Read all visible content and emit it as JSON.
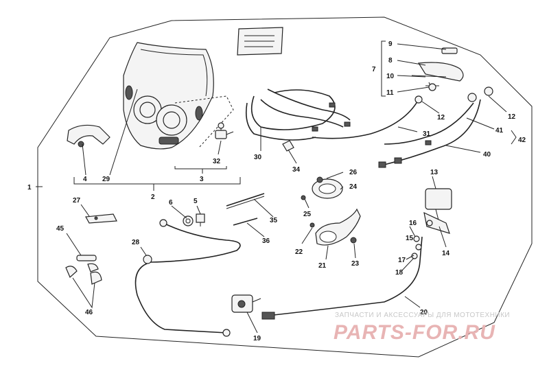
{
  "labels": {
    "l1": "1",
    "l2": "2",
    "l3": "3",
    "l4": "4",
    "l5": "5",
    "l6": "6",
    "l7": "7",
    "l8": "8",
    "l9": "9",
    "l10": "10",
    "l11": "11",
    "l12a": "12",
    "l12b": "12",
    "l13": "13",
    "l14": "14",
    "l15": "15",
    "l16": "16",
    "l17": "17",
    "l18": "18",
    "l19": "19",
    "l20": "20",
    "l21": "21",
    "l22": "22",
    "l23": "23",
    "l24": "24",
    "l25": "25",
    "l26": "26",
    "l27": "27",
    "l28": "28",
    "l29": "29",
    "l30": "30",
    "l31": "31",
    "l32": "32",
    "l34": "34",
    "l35": "35",
    "l36": "36",
    "l40": "40",
    "l41": "41",
    "l42": "42",
    "l45": "45",
    "l46": "46"
  },
  "watermark": {
    "top_text": "ЗАПЧАСТИ И АКСЕССУАРЫ ДЛЯ МОТОТЕХНИКИ",
    "main_text": "PARTS-FOR.RU"
  },
  "colors": {
    "line": "#222222",
    "watermark_red": "#e8b4b4",
    "watermark_gray": "#c7c7c7",
    "background": "#ffffff"
  }
}
